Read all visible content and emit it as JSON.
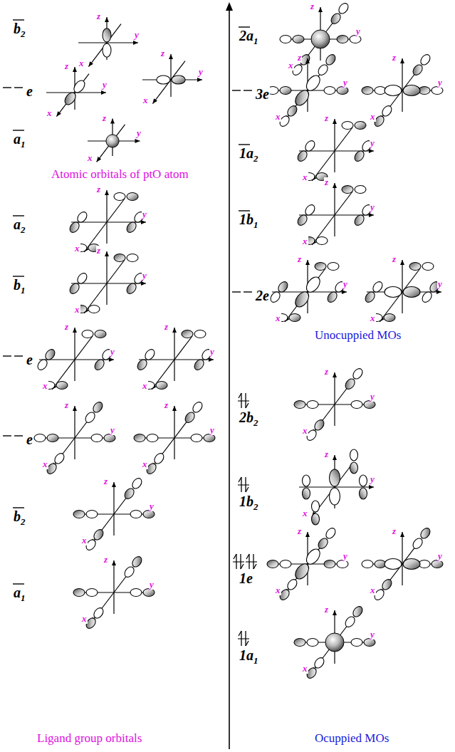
{
  "diagram": {
    "labels": [
      "b2",
      "z",
      "y",
      "x",
      "e",
      "z",
      "y",
      "x",
      "z",
      "y",
      "x",
      "a1",
      "z",
      "y",
      "x",
      "Atomic orbitals of ptO atom",
      "a2",
      "z",
      "y",
      "x",
      "b1",
      "z",
      "y",
      "x",
      "e",
      "z",
      "y",
      "x",
      "z",
      "y",
      "x",
      "e",
      "z",
      "y",
      "x",
      "z",
      "y",
      "x",
      "b2",
      "z",
      "y",
      "x",
      "a1",
      "z",
      "y",
      "x",
      "Ligand group orbitals",
      "2a1",
      "z",
      "y",
      "x",
      "3e",
      "z",
      "y",
      "x",
      "z",
      "y",
      "x",
      "1a2",
      "z",
      "y",
      "x",
      "1b1",
      "z",
      "y",
      "x",
      "2e",
      "z",
      "y",
      "x",
      "z",
      "y",
      "x",
      "Unocuppied MOs",
      "2b2",
      "z",
      "y",
      "x",
      "1b2",
      "z",
      "y",
      "x",
      "1e",
      "z",
      "y",
      "x",
      "z",
      "y",
      "x",
      "1a1",
      "z",
      "y",
      "x",
      "Ocuppied MOs"
    ]
  }
}
